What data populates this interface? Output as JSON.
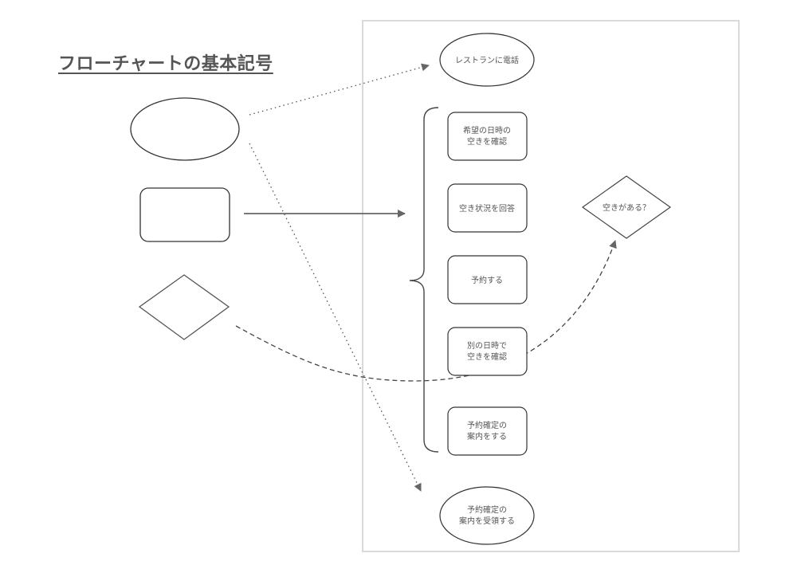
{
  "title": "フローチャートの基本記号",
  "legend_symbols": [
    {
      "shape": "ellipse",
      "meaning": "terminal"
    },
    {
      "shape": "rounded-rect",
      "meaning": "process"
    },
    {
      "shape": "diamond",
      "meaning": "decision"
    }
  ],
  "flow": {
    "start": {
      "lines": [
        "レストランに電話"
      ]
    },
    "processes": [
      {
        "lines": [
          "希望の日時の",
          "空きを確認"
        ]
      },
      {
        "lines": [
          "空き状況を回答"
        ]
      },
      {
        "lines": [
          "予約する"
        ]
      },
      {
        "lines": [
          "別の日時で",
          "空きを確認"
        ]
      },
      {
        "lines": [
          "予約確定の",
          "案内をする"
        ]
      }
    ],
    "decision": {
      "lines": [
        "空きがある？"
      ]
    },
    "end": {
      "lines": [
        "予約確定の",
        "案内を受領する"
      ]
    }
  },
  "colors": {
    "stroke": "#333333",
    "arrow": "#666666",
    "text": "#555555",
    "panel_border": "#d9d9d9"
  }
}
